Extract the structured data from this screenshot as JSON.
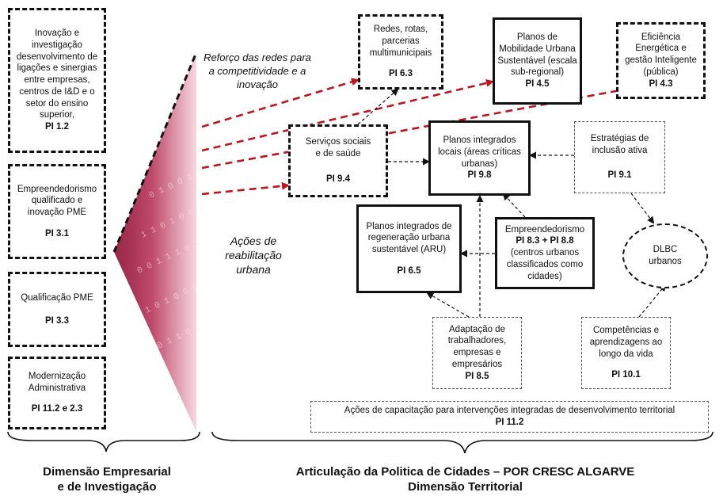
{
  "left_boxes": [
    {
      "text": "Inovação e investigação desenvolvimento de ligações e sinergias entre empresas, centros de I&D e o setor do ensino superior,",
      "pi": "PI 1.2"
    },
    {
      "text": "Empreendedorismo qualificado e inovação PME",
      "pi": "PI 3.1"
    },
    {
      "text": "Qualificação PME",
      "pi": "PI 3.3"
    },
    {
      "text": "Modernização Administrativa",
      "pi": "PI 11.2 e 2.3"
    }
  ],
  "italic_labels": {
    "networks": "Reforço das redes para a competitividade e a inovação",
    "rehab": "Ações de reabilitação urbana"
  },
  "boxes": {
    "redes": {
      "text": "Redes, rotas, parcerias multimunicipais",
      "pi": "PI 6.3"
    },
    "mobilidade": {
      "text": "Planos de Mobilidade Urbana Sustentável (escala sub-regional)",
      "pi": "PI 4.5"
    },
    "eficiencia": {
      "text": "Eficiência Energética e gestão Inteligente (pública)",
      "pi": "PI 4.3"
    },
    "servicos": {
      "text": "Serviços sociais e de saúde",
      "pi": "PI 9.4"
    },
    "planos_locais": {
      "text": "Planos integrados locais (áreas críticas urbanas)",
      "pi": "PI 9.8"
    },
    "estrategias": {
      "text": "Estratégias de inclusão ativa",
      "pi": "PI 9.1"
    },
    "regeneracao": {
      "text": "Planos integrados de regeneração urbana sustentável (ARU)",
      "pi": "PI 6.5"
    },
    "empreendedorismo": {
      "pi_first": "Empreendedorismo",
      "pi": "PI 8.3 + PI 8.8",
      "text": "(centros urbanos classificados como cidades)"
    },
    "dlbc": {
      "text": "DLBC urbanos"
    },
    "adaptacao": {
      "text": "Adaptação de trabalhadores, empresas e empresários",
      "pi": "PI 8.5"
    },
    "competencias": {
      "text": "Competências e aprendizagens ao longo da vida",
      "pi": "PI 10.1"
    },
    "capacitacao": {
      "text": "Ações de capacitação para intervenções integradas de desenvolvimento territorial",
      "pi": "PI 11.2"
    }
  },
  "footer": {
    "left_line1": "Dimensão Empresarial",
    "left_line2": "e de Investigação",
    "right_line1": "Articulação da Politica de Cidades – POR CRESC ALGARVE",
    "right_line2": "Dimensão Territorial"
  },
  "colors": {
    "arrow_red": "#c0141c",
    "wedge_dark": "#7a1030",
    "wedge_light": "#f3c6d3"
  }
}
